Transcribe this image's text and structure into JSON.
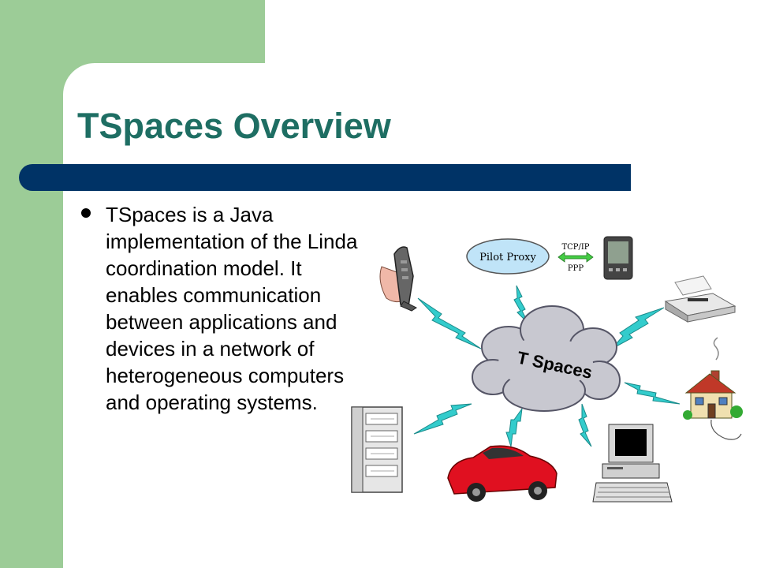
{
  "slide": {
    "title": "TSpaces Overview",
    "bullet": "TSpaces is a Java implementation of the Linda coordination model. It enables communication between applications and devices in a network of heterogeneous computers and operating systems."
  },
  "diagram": {
    "cloud_label": "T Spaces",
    "proxy_label": "Pilot Proxy",
    "link_top_label": "TCP/IP",
    "link_bottom_label": "PPP"
  },
  "colors": {
    "sidebar_green": "#9ccc97",
    "title_teal": "#1e6e63",
    "bar_navy": "#003366",
    "cloud_gray": "#c8c8d0",
    "proxy_blue": "#c0e4f8",
    "bolt_cyan": "#33cccc",
    "car_red": "#e01020",
    "arrow_green": "#44cc44"
  },
  "icons": [
    "phone-icon",
    "pda-icon",
    "printer-icon",
    "house-icon",
    "desktop-computer-icon",
    "car-icon",
    "server-tower-icon",
    "cloud-icon"
  ]
}
